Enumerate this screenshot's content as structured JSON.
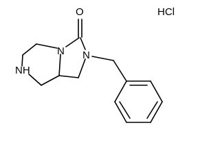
{
  "molecule": {
    "atoms": {
      "carbonyl_oxygen": "O",
      "ring_nitrogen_imidazolidinone": "N",
      "ring_nitrogen_fused": "N",
      "amine": "NH"
    },
    "salt": "HCl"
  },
  "colors": {
    "bond": "#000000",
    "background": "#ffffff"
  }
}
